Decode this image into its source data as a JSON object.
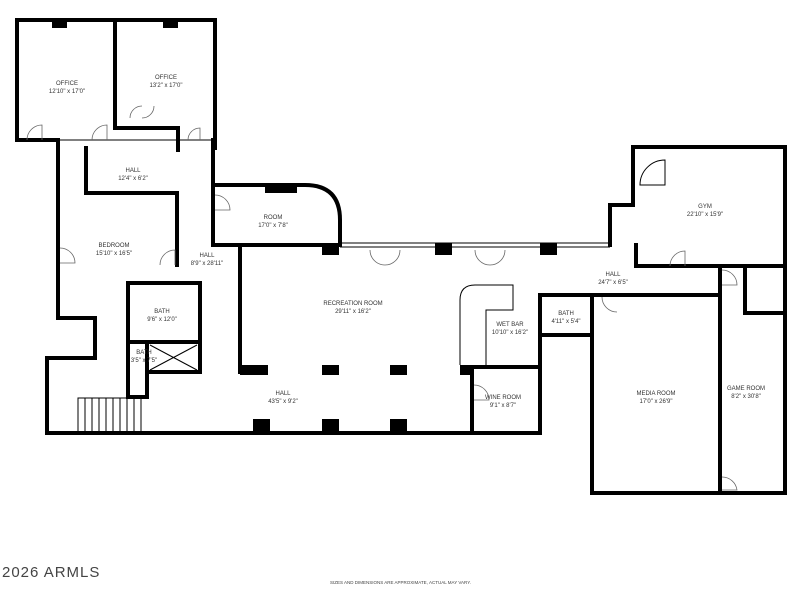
{
  "rooms": [
    {
      "name": "OFFICE",
      "size": "12'10\" x 17'0\""
    },
    {
      "name": "OFFICE",
      "size": "13'2\" x 17'0\""
    },
    {
      "name": "HALL",
      "size": "12'4\" x 6'2\""
    },
    {
      "name": "ROOM",
      "size": "17'0\" x 7'8\""
    },
    {
      "name": "BEDROOM",
      "size": "15'10\" x 16'5\""
    },
    {
      "name": "HALL",
      "size": "8'9\" x 28'11\""
    },
    {
      "name": "BATH",
      "size": "9'6\" x 12'0\""
    },
    {
      "name": "BATH",
      "size": "3'5\" x 7'5\""
    },
    {
      "name": "RECREATION ROOM",
      "size": "29'11\" x 16'2\""
    },
    {
      "name": "HALL",
      "size": "43'5\" x 9'2\""
    },
    {
      "name": "WET BAR",
      "size": "10'10\" x 16'2\""
    },
    {
      "name": "WINE ROOM",
      "size": "9'1\" x 8'7\""
    },
    {
      "name": "BATH",
      "size": "4'11\" x 5'4\""
    },
    {
      "name": "GYM",
      "size": "22'10\" x 15'9\""
    },
    {
      "name": "HALL",
      "size": "24'7\" x 6'5\""
    },
    {
      "name": "MEDIA ROOM",
      "size": "17'0\" x 26'9\""
    },
    {
      "name": "GAME ROOM",
      "size": "8'2\" x 30'8\""
    }
  ],
  "watermark": "2026 ARMLS",
  "disclaimer": "SIZES AND DIMENSIONS ARE APPROXIMATE, ACTUAL MAY VARY."
}
